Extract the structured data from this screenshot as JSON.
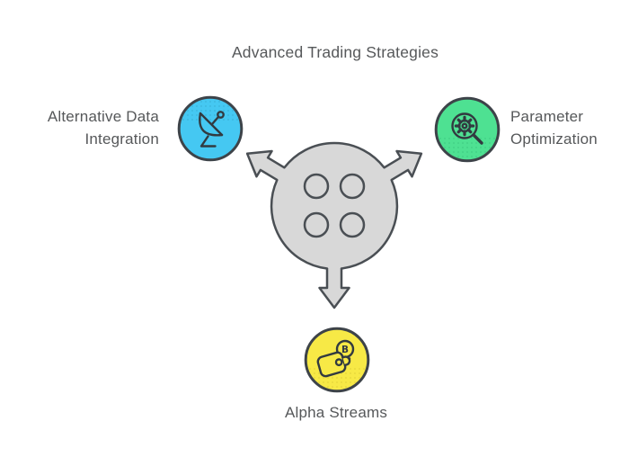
{
  "title": "Advanced Trading Strategies",
  "nodes": [
    {
      "id": "alternative-data-integration",
      "lines": [
        "Alternative Data",
        "Integration"
      ],
      "icon": "satellite-dish",
      "fill": "#45c8f2",
      "position": "upper-left"
    },
    {
      "id": "parameter-optimization",
      "lines": [
        "Parameter",
        "Optimization"
      ],
      "icon": "gear-magnifier",
      "fill": "#4ee192",
      "position": "upper-right"
    },
    {
      "id": "alpha-streams",
      "lines": [
        "Alpha Streams"
      ],
      "icon": "wallet-bitcoin",
      "fill": "#f7e946",
      "position": "bottom"
    }
  ],
  "hub": {
    "icon": "four-dots-circle",
    "fill": "#d8d8d8",
    "stroke": "#4a4f54",
    "arrow_directions": [
      "up-left",
      "up-right",
      "down"
    ]
  },
  "coin_symbol": "B",
  "colors": {
    "background": "#ffffff",
    "text": "#56585a",
    "icon_stroke": "#3d4349",
    "blue": "#45c8f2",
    "green": "#4ee192",
    "yellow": "#f7e946",
    "hub_fill": "#d8d8d8",
    "hub_stroke": "#4a4f54"
  }
}
